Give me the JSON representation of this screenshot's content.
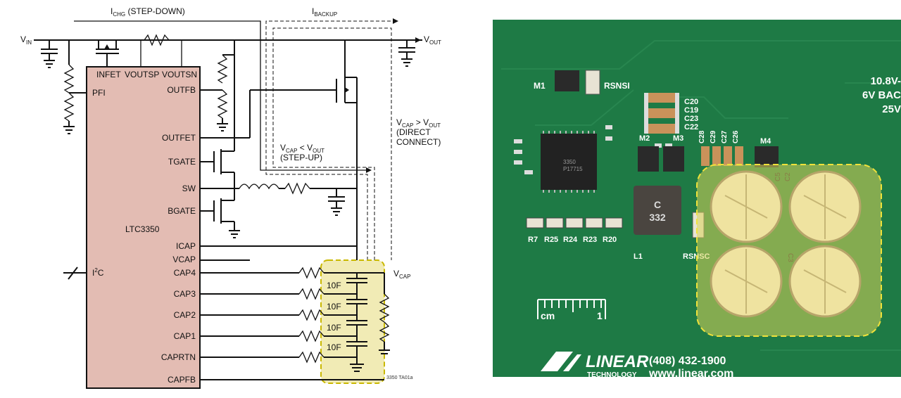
{
  "schematic": {
    "arrow_labels": {
      "ichg_main": "I",
      "ichg_sub": "CHG",
      "ichg_rest": " (STEP-DOWN)",
      "ibackup_main": "I",
      "ibackup_sub": "BACKUP"
    },
    "rails": {
      "vin_main": "V",
      "vin_sub": "IN",
      "vout_main": "V",
      "vout_sub": "OUT",
      "vcap_main": "V",
      "vcap_sub": "CAP"
    },
    "chip_name": "LTC3350",
    "pins_left": {
      "pfi": "PFI",
      "i2c_main": "I",
      "i2c_sup": "2",
      "i2c_rest": "C"
    },
    "pins_top": [
      "INFET",
      "VOUTSP",
      "VOUTSN"
    ],
    "pins_right": [
      "OUTFB",
      "OUTFET",
      "TGATE",
      "SW",
      "BGATE",
      "ICAP",
      "VCAP",
      "CAP4",
      "CAP3",
      "CAP2",
      "CAP1",
      "CAPRTN",
      "CAPFB"
    ],
    "notes": {
      "step_up_l1_a": "V",
      "step_up_l1_a_sub": "CAP",
      "step_up_l1_b": " < V",
      "step_up_l1_b_sub": "OUT",
      "step_up_l2": "(STEP-UP)",
      "direct_l1_a": "V",
      "direct_l1_a_sub": "CAP",
      "direct_l1_b": " > V",
      "direct_l1_b_sub": "OUT",
      "direct_l2": "(DIRECT",
      "direct_l3": "CONNECT)"
    },
    "capacitors": [
      "10F",
      "10F",
      "10F",
      "10F"
    ],
    "figure_id": "3350 TA01a"
  },
  "board": {
    "refdes": {
      "m1": "M1",
      "rsnsi": "RSNSI",
      "c20": "C20",
      "c19": "C19",
      "c23": "C23",
      "c22": "C22",
      "m2": "M2",
      "m3": "M3",
      "c28": "C28",
      "c29": "C29",
      "c27": "C27",
      "c26": "C26",
      "m4": "M4",
      "r7": "R7",
      "r25": "R25",
      "r24": "R24",
      "r23": "R23",
      "r20": "R20",
      "l1": "L1",
      "rsnsc": "RSNSC",
      "c5": "C5",
      "c2": "C2",
      "c3": "C3"
    },
    "inductor_marks": [
      "C",
      "332"
    ],
    "chip_marks": [
      "3350",
      "P17715"
    ],
    "spec_lines": [
      "10.8V-",
      "6V BAC",
      "25V"
    ],
    "ruler_unit": "cm",
    "ruler_mark": "1",
    "logo_word": "LINEAR",
    "logo_sub": "TECHNOLOGY",
    "phone": "(408) 432-1900",
    "website": "www.linear.com",
    "colors": {
      "pcb": "#1e7a45",
      "highlight": "#d8d45a",
      "chip_fill": "#e3bcb3"
    }
  }
}
